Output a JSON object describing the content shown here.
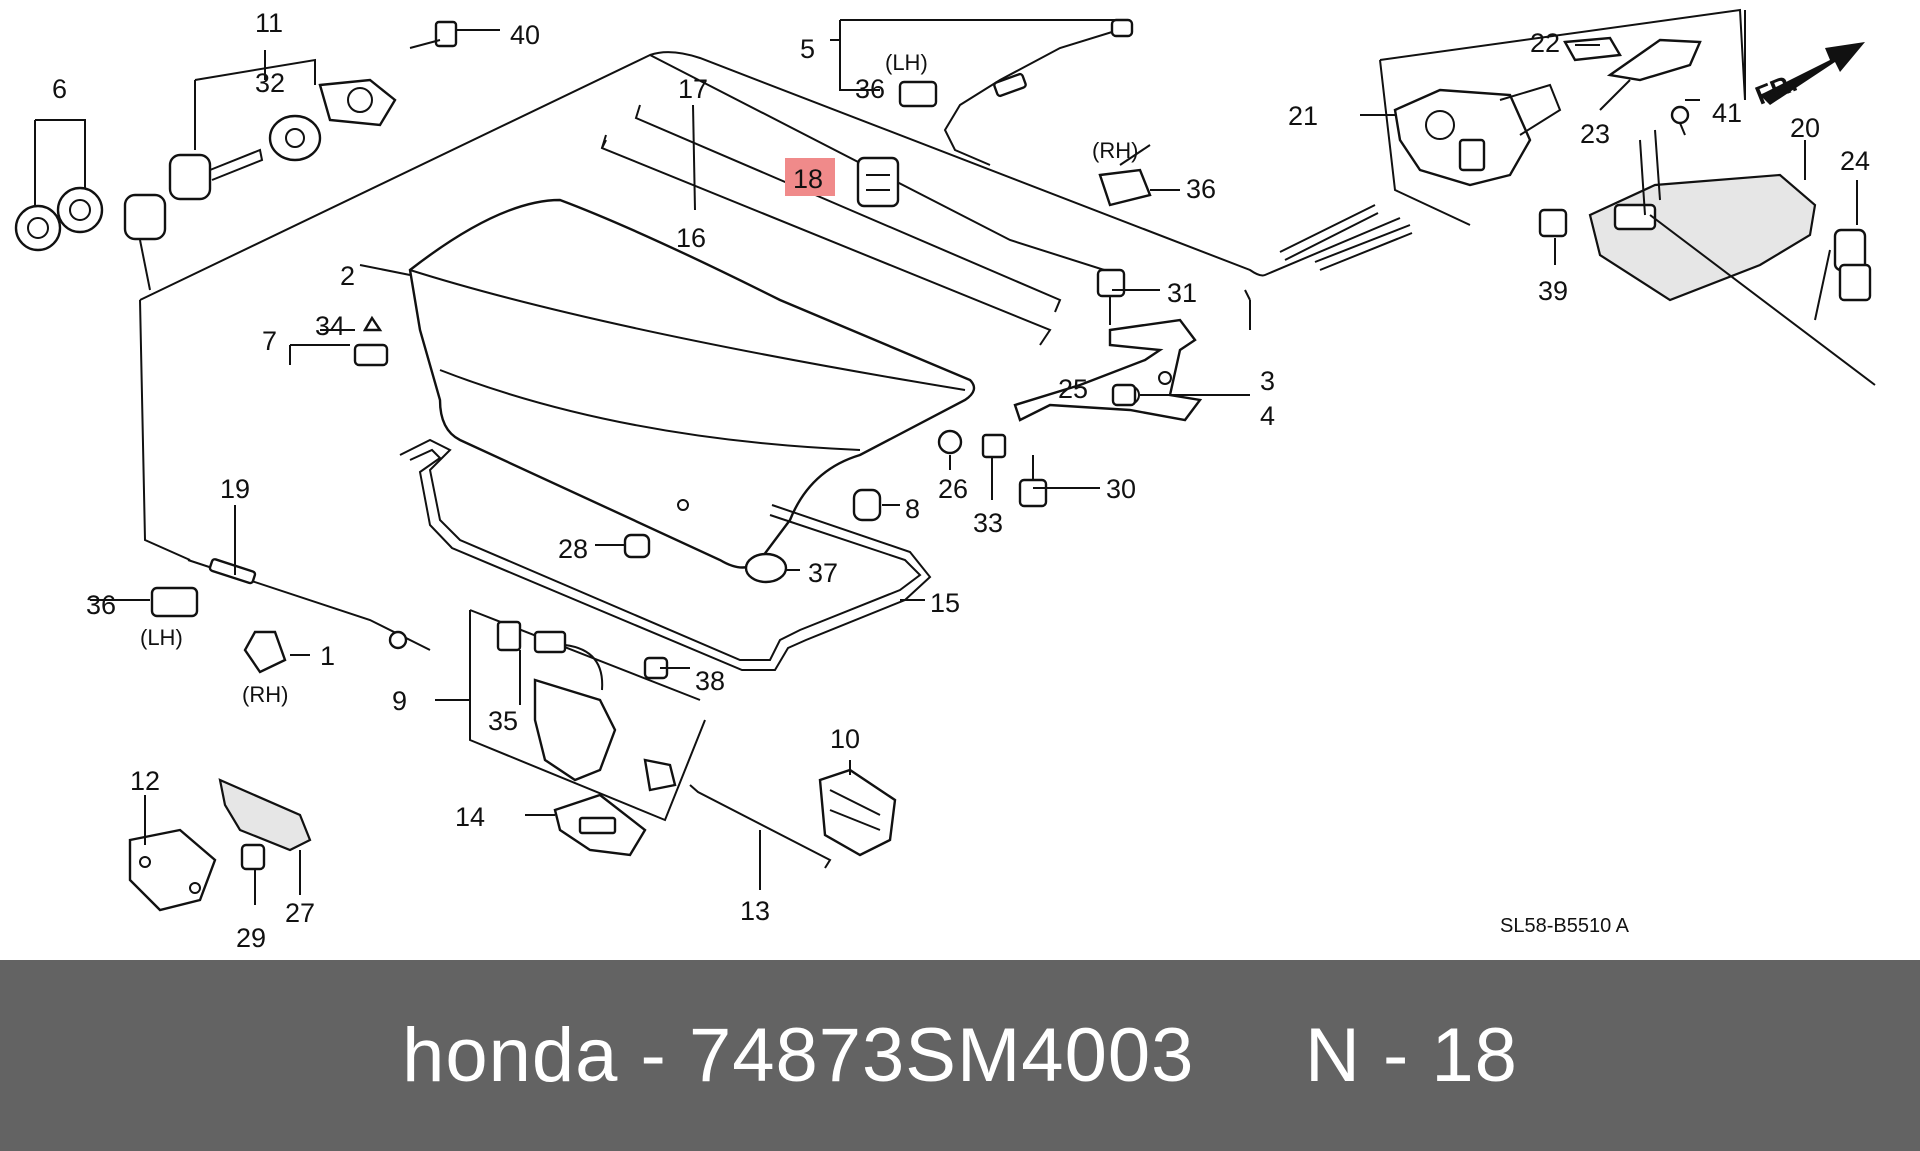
{
  "diagram": {
    "drawing_code": "SL58-B5510 A",
    "direction_label": "FR.",
    "highlight_color": "#f08a8a",
    "highlighted_part": "18",
    "callouts": [
      {
        "id": "c1",
        "text": "1"
      },
      {
        "id": "c2",
        "text": "2"
      },
      {
        "id": "c3",
        "text": "3"
      },
      {
        "id": "c4",
        "text": "4"
      },
      {
        "id": "c5",
        "text": "5"
      },
      {
        "id": "c6",
        "text": "6"
      },
      {
        "id": "c7",
        "text": "7"
      },
      {
        "id": "c8",
        "text": "8"
      },
      {
        "id": "c9",
        "text": "9"
      },
      {
        "id": "c10",
        "text": "10"
      },
      {
        "id": "c11",
        "text": "11"
      },
      {
        "id": "c12",
        "text": "12"
      },
      {
        "id": "c13",
        "text": "13"
      },
      {
        "id": "c14",
        "text": "14"
      },
      {
        "id": "c15",
        "text": "15"
      },
      {
        "id": "c16",
        "text": "16"
      },
      {
        "id": "c17",
        "text": "17"
      },
      {
        "id": "c18",
        "text": "18"
      },
      {
        "id": "c19",
        "text": "19"
      },
      {
        "id": "c20",
        "text": "20"
      },
      {
        "id": "c21",
        "text": "21"
      },
      {
        "id": "c22",
        "text": "22"
      },
      {
        "id": "c23",
        "text": "23"
      },
      {
        "id": "c24",
        "text": "24"
      },
      {
        "id": "c25",
        "text": "25"
      },
      {
        "id": "c26",
        "text": "26"
      },
      {
        "id": "c27",
        "text": "27"
      },
      {
        "id": "c28",
        "text": "28"
      },
      {
        "id": "c29",
        "text": "29"
      },
      {
        "id": "c30",
        "text": "30"
      },
      {
        "id": "c31",
        "text": "31"
      },
      {
        "id": "c32",
        "text": "32"
      },
      {
        "id": "c33",
        "text": "33"
      },
      {
        "id": "c34",
        "text": "34"
      },
      {
        "id": "c35",
        "text": "35"
      },
      {
        "id": "c36a",
        "text": "36"
      },
      {
        "id": "c36b",
        "text": "36"
      },
      {
        "id": "c36c",
        "text": "36"
      },
      {
        "id": "c37",
        "text": "37"
      },
      {
        "id": "c38",
        "text": "38"
      },
      {
        "id": "c39",
        "text": "39"
      },
      {
        "id": "c40",
        "text": "40"
      },
      {
        "id": "c41",
        "text": "41"
      }
    ],
    "side_notes": [
      {
        "id": "n1",
        "text": "(LH)"
      },
      {
        "id": "n2",
        "text": "(RH)"
      },
      {
        "id": "n3",
        "text": "(LH)"
      },
      {
        "id": "n4",
        "text": "(RH)"
      }
    ]
  },
  "footer": {
    "brand": "honda",
    "separator": "-",
    "part_number": "74873SM4003",
    "position_label": "N - 18",
    "background": "#636363"
  }
}
